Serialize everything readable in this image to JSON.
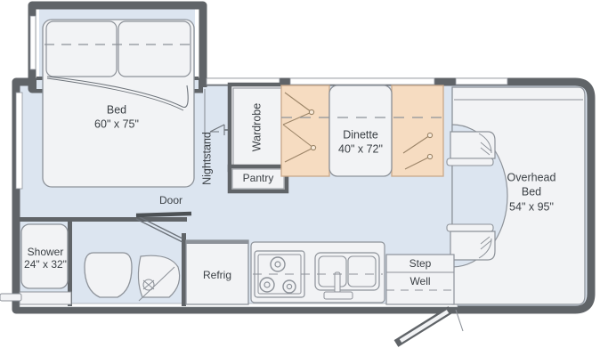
{
  "plan": {
    "type": "rv-floorplan",
    "colors": {
      "wall": "#606468",
      "floor": "#dce5f0",
      "furniture_fill": "#f2f3f5",
      "cushion_fill": "#f6dcc1",
      "cushion_stroke": "#c9a98a",
      "outline": "#8d9299",
      "text": "#3b4045",
      "window": "#ffffff",
      "background": "#ffffff"
    },
    "rooms": [
      {
        "name": "bed",
        "label": "Bed",
        "dimension": "60\" x 75\""
      },
      {
        "name": "dinette",
        "label": "Dinette",
        "dimension": "40\" x 72\""
      },
      {
        "name": "overhead-bed",
        "label": "Overhead",
        "label2": "Bed",
        "dimension": "54\" x 95\""
      },
      {
        "name": "shower",
        "label": "Shower",
        "dimension": "24\" x 32\""
      }
    ],
    "labels": {
      "bed": "Bed",
      "bed_dim": "60\" x 75\"",
      "nightstand": "Nightstand",
      "wardrobe": "Wardrobe",
      "pantry": "Pantry",
      "dinette": "Dinette",
      "dinette_dim": "40\" x 72\"",
      "overhead_bed_1": "Overhead",
      "overhead_bed_2": "Bed",
      "overhead_bed_dim": "54\" x 95\"",
      "door": "Door",
      "shower": "Shower",
      "shower_dim": "24\" x 32\"",
      "refrig": "Refrig",
      "step": "Step",
      "well": "Well"
    },
    "fixtures": [
      {
        "name": "bed",
        "kind": "mattress",
        "pillows": 2
      },
      {
        "name": "nightstand",
        "kind": "cabinet"
      },
      {
        "name": "wardrobe",
        "kind": "closet"
      },
      {
        "name": "pantry",
        "kind": "cabinet"
      },
      {
        "name": "dinette-table",
        "kind": "table"
      },
      {
        "name": "dinette-seat-left",
        "kind": "bench-seat"
      },
      {
        "name": "dinette-seat-right",
        "kind": "bench-seat"
      },
      {
        "name": "shower",
        "kind": "shower-pan"
      },
      {
        "name": "toilet",
        "kind": "toilet"
      },
      {
        "name": "lavatory-sink",
        "kind": "corner-sink"
      },
      {
        "name": "refrigerator",
        "kind": "appliance"
      },
      {
        "name": "cooktop",
        "kind": "3-burner-range"
      },
      {
        "name": "galley-sink",
        "kind": "double-basin-sink"
      },
      {
        "name": "step-well",
        "kind": "entry-step"
      },
      {
        "name": "cab-seat-driver",
        "kind": "swivel-seat"
      },
      {
        "name": "cab-seat-passenger",
        "kind": "swivel-seat"
      },
      {
        "name": "entry-door",
        "kind": "swing-door"
      },
      {
        "name": "bathroom-door",
        "kind": "swing-door"
      }
    ]
  }
}
